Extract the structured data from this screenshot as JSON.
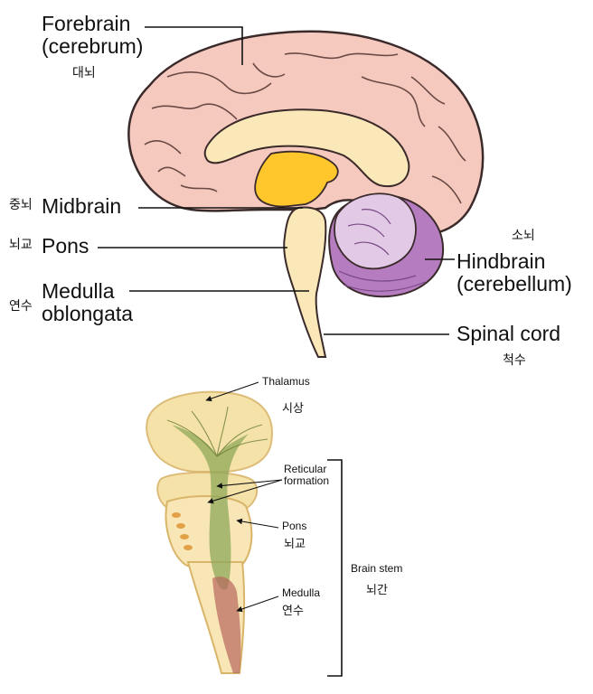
{
  "top_diagram": {
    "forebrain": {
      "en1": "Forebrain",
      "en2": "(cerebrum)",
      "ko": "대뇌"
    },
    "midbrain": {
      "en": "Midbrain",
      "ko": "중뇌"
    },
    "pons": {
      "en": "Pons",
      "ko": "뇌교"
    },
    "medulla": {
      "en1": "Medulla",
      "en2": "oblongata",
      "ko": "연수"
    },
    "hindbrain": {
      "en1": "Hindbrain",
      "en2": "(cerebellum)",
      "ko": "소뇌"
    },
    "spinal_cord": {
      "en": "Spinal cord",
      "ko": "척수"
    }
  },
  "bottom_diagram": {
    "thalamus": {
      "en": "Thalamus",
      "ko": "시상"
    },
    "reticular": {
      "en1": "Reticular",
      "en2": "formation"
    },
    "pons": {
      "en": "Pons",
      "ko": "뇌교"
    },
    "medulla": {
      "en": "Medulla",
      "ko": "연수"
    },
    "brain_stem": {
      "en": "Brain stem",
      "ko": "뇌간"
    }
  },
  "colors": {
    "cerebrum_fill": "#f6c9bf",
    "cerebrum_outline": "#3a2a2a",
    "inner_cream": "#fbe8b8",
    "midbrain_yellow": "#ffc72c",
    "cerebellum_light": "#e2c9e6",
    "cerebellum_dark": "#b57cc0",
    "stem_green": "#8fa85a",
    "stem_red": "#b8675c"
  }
}
